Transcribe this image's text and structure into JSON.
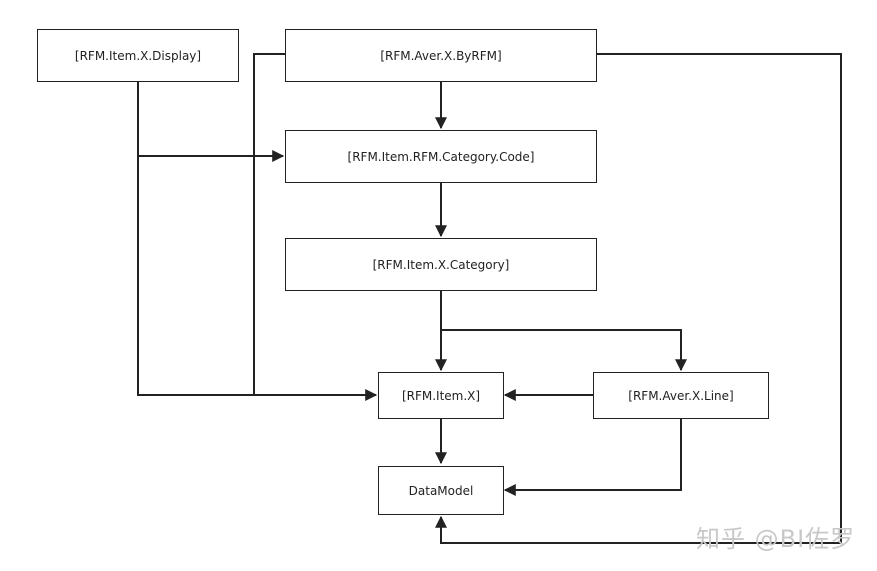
{
  "nodes": {
    "item_x_display": "[RFM.Item.X.Display]",
    "aver_x_byrfm": "[RFM.Aver.X.ByRFM]",
    "item_rfm_category_code": "[RFM.Item.RFM.Category.Code]",
    "item_x_category": "[RFM.Item.X.Category]",
    "item_x": "[RFM.Item.X]",
    "aver_x_line": "[RFM.Aver.X.Line]",
    "datamodel": "DataModel"
  },
  "edges": [
    {
      "from": "aver_x_byrfm",
      "to": "item_rfm_category_code"
    },
    {
      "from": "item_x_display",
      "to": "item_rfm_category_code"
    },
    {
      "from": "item_rfm_category_code",
      "to": "item_x_category"
    },
    {
      "from": "item_x_category",
      "to": "item_x"
    },
    {
      "from": "item_x_category",
      "to": "aver_x_line"
    },
    {
      "from": "item_x_display",
      "to": "item_x"
    },
    {
      "from": "aver_x_byrfm",
      "to": "item_x"
    },
    {
      "from": "aver_x_line",
      "to": "item_x"
    },
    {
      "from": "item_x",
      "to": "datamodel"
    },
    {
      "from": "aver_x_line",
      "to": "datamodel"
    },
    {
      "from": "aver_x_byrfm",
      "to": "datamodel"
    }
  ],
  "watermark": "知乎 @BI佐罗"
}
